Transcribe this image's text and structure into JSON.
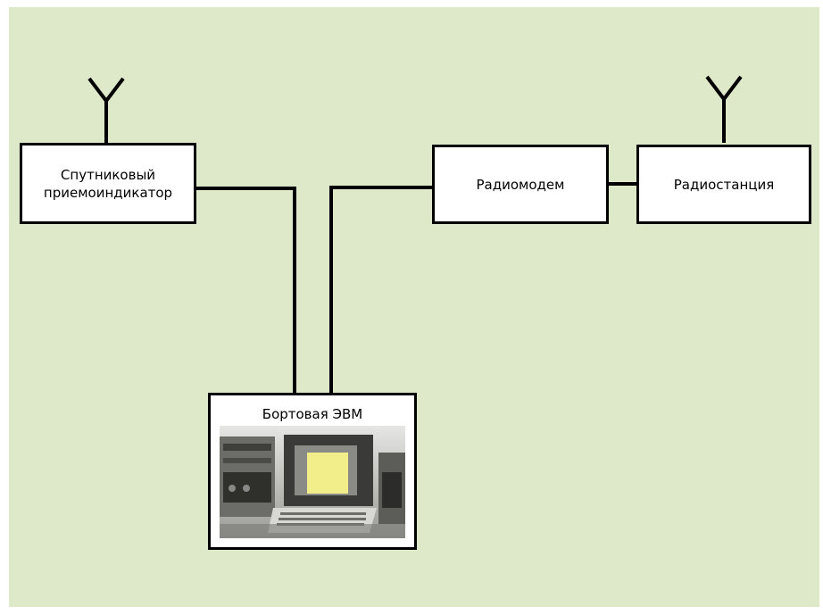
{
  "diagram": {
    "nodes": {
      "satellite_receiver": "Спутниковый\nприемоиндикатор",
      "radio_modem": "Радиомодем",
      "radio_station": "Радиостанция",
      "onboard_computer": "Бортовая ЭВМ"
    },
    "edges": [
      [
        "satellite_receiver",
        "onboard_computer"
      ],
      [
        "radio_modem",
        "onboard_computer"
      ],
      [
        "radio_modem",
        "radio_station"
      ]
    ],
    "antennas": [
      "satellite_receiver",
      "radio_station"
    ]
  },
  "colors": {
    "background": "#dde9c8",
    "box_fill": "#ffffff",
    "line": "#000000",
    "screen": "#f2ef8a"
  }
}
